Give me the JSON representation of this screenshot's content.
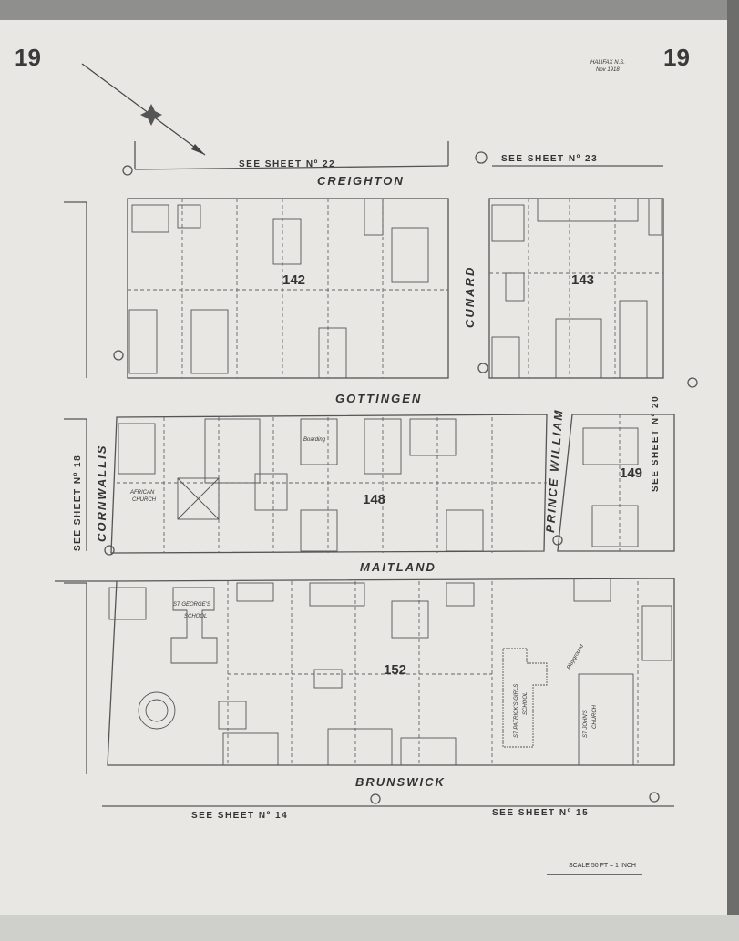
{
  "sheet_number": "19",
  "header": {
    "city": "HALIFAX N.S.",
    "date": "Nov 1918"
  },
  "see_sheets": {
    "top_left": "SEE SHEET Nº 22",
    "top_right": "SEE SHEET Nº 23",
    "left": "SEE SHEET Nº 18",
    "right": "SEE SHEET Nº 20",
    "bottom_left": "SEE SHEET Nº 14",
    "bottom_right": "SEE SHEET Nº 15"
  },
  "streets": {
    "creighton": "CREIGHTON",
    "cunard": "CUNARD",
    "gottingen": "GOTTINGEN",
    "cornwallis": "CORNWALLIS",
    "prince_william": "PRINCE WILLIAM",
    "maitland": "MAITLAND",
    "brunswick": "BRUNSWICK"
  },
  "blocks": [
    "142",
    "143",
    "148",
    "149",
    "152"
  ],
  "landmarks": {
    "st_georges": "ST GEORGE'S",
    "school": "SCHOOL",
    "african_church": "AFRICAN",
    "church": "CHURCH",
    "st_patricks": "ST PATRICK'S GIRLS",
    "st_patricks_school": "SCHOOL",
    "st_johns": "ST JOHN'S",
    "st_johns_church": "CHURCH",
    "playground": "Playground",
    "boarding": "Boarding"
  },
  "scale": "SCALE 50 FT = 1 INCH"
}
